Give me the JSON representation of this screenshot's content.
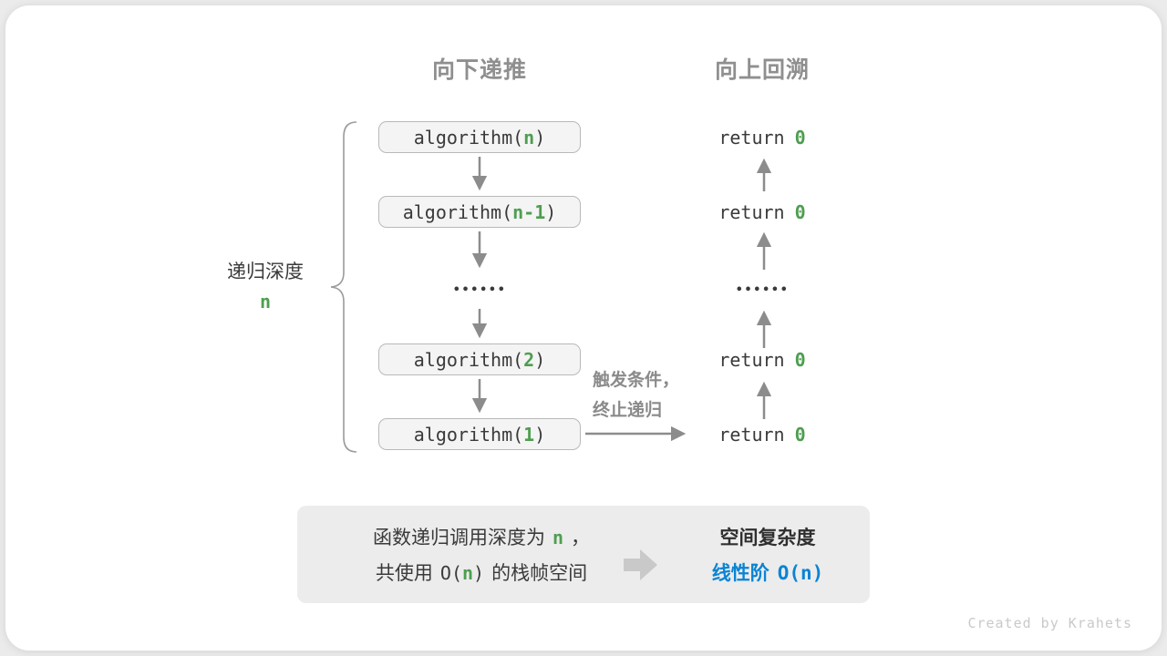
{
  "headers": {
    "downward": "向下递推",
    "upward": "向上回溯"
  },
  "depth_label": {
    "text": "递归深度",
    "value": "n"
  },
  "stack": [
    {
      "pre": "algorithm(",
      "arg": "n",
      "post": ")"
    },
    {
      "pre": "algorithm(",
      "arg": "n-1",
      "post": ")"
    },
    {
      "pre": "algorithm(",
      "arg": "2",
      "post": ")"
    },
    {
      "pre": "algorithm(",
      "arg": "1",
      "post": ")"
    }
  ],
  "returns": [
    {
      "keyword": "return",
      "value": "0"
    },
    {
      "keyword": "return",
      "value": "0"
    },
    {
      "keyword": "return",
      "value": "0"
    },
    {
      "keyword": "return",
      "value": "0"
    }
  ],
  "ellipsis": {
    "left": "••••••",
    "right": "••••••"
  },
  "trigger_note": {
    "line1": "触发条件，",
    "line2": "终止递归"
  },
  "summary": {
    "line1_prefix": "函数递归调用深度为",
    "line1_var": "n",
    "line1_suffix": "，",
    "line2_prefix": "共使用",
    "line2_code_pre": "O(",
    "line2_code_var": "n",
    "line2_code_post": ")",
    "line2_suffix": "的栈帧空间",
    "result_title": "空间复杂度",
    "result_label": "线性阶",
    "result_notation": "O(n)"
  },
  "credit": "Created by Krahets",
  "colors": {
    "green": "#4e9e50",
    "blue": "#0a84d4",
    "heading_gray": "#8f8f8f",
    "arrow_gray": "#8c8c8c",
    "box_fill": "#f4f4f4",
    "box_border": "#b9b9b9",
    "summary_bg": "#ececec",
    "text_dark": "#3a3a3a"
  }
}
